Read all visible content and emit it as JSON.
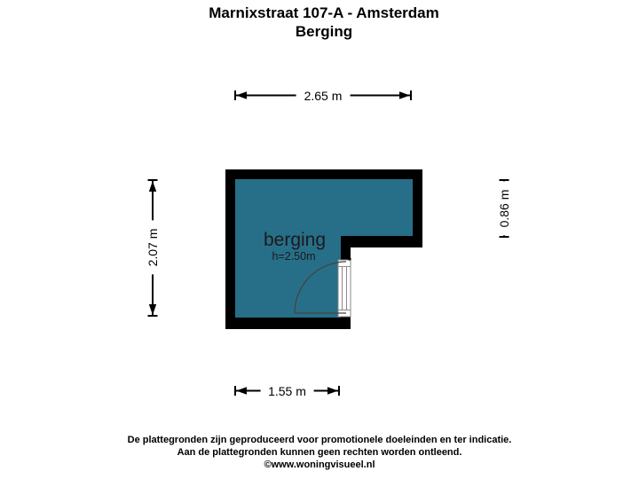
{
  "title": {
    "line1": "Marnixstraat 107-A - Amsterdam",
    "line2": "Berging"
  },
  "room": {
    "label": "berging",
    "ceiling_height": "h=2.50m"
  },
  "dimensions": {
    "top": "2.65 m",
    "left": "2.07 m",
    "right": "0.86 m",
    "bottom": "1.55 m"
  },
  "footer": {
    "line1": "De plattegronden zijn geproduceerd voor promotionele doeleinden en ter indicatie.",
    "line2": "Aan de plattegronden kunnen geen rechten worden ontleend.",
    "line3": "©www.woningvisueel.nl"
  },
  "colors": {
    "room_fill": "#276F88",
    "wall": "#000000",
    "dimension_line": "#000000",
    "door_outline": "#8a8a8a",
    "swing_arc": "#444444",
    "text": "#000000"
  }
}
